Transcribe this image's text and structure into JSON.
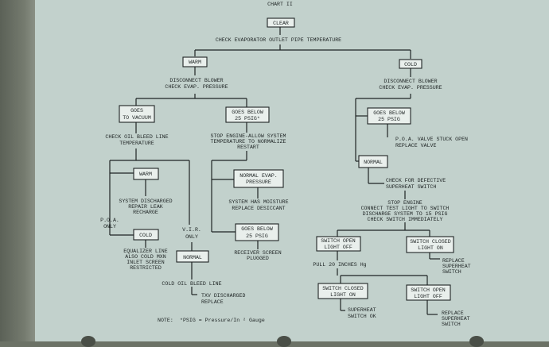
{
  "chart": {
    "label": "CHART II"
  },
  "clear": {
    "label": "CLEAR"
  },
  "check_evap": {
    "label": "CHECK EVAPORATOR OUTLET PIPE TEMPERATURE"
  },
  "warm": {
    "label": "WARM",
    "disconnect": [
      "DISCONNECT BLOWER",
      "CHECK EVAP. PRESSURE"
    ],
    "goes_vacuum": [
      "GOES",
      "TO VACUUM"
    ],
    "check_oil": [
      "CHECK OIL BLEED LINE",
      "TEMPERATURE"
    ],
    "warm2": "WARM",
    "system_discharged": [
      "SYSTEM DISCHARGED",
      "REPAIR LEAK",
      "RECHARGE"
    ],
    "poa_only": [
      "P.O.A.",
      "ONLY"
    ],
    "cold2": "COLD",
    "equalizer": [
      "EQUALIZER LINE",
      "ALSO COLD MXN",
      "INLET SCREEN",
      "RESTRICTED"
    ],
    "vir_only": [
      "V.I.R.",
      "ONLY"
    ],
    "normal": "NORMAL",
    "cold_oil": "COLD OIL BLEED LINE",
    "txv": [
      "TXV DISCHARGED",
      "REPLACE"
    ],
    "goes_below": [
      "GOES BELOW",
      "25 PSIG*"
    ],
    "stop_engine": [
      "STOP ENGINE-ALLOW SYSTEM",
      "TEMPERATURE TO NORMALIZE",
      "RESTART"
    ],
    "normal_evap": [
      "NORMAL EVAP.",
      "PRESSURE"
    ],
    "moisture": [
      "SYSTEM HAS MOISTURE",
      "REPLACE DESICCANT"
    ],
    "goes_below2": [
      "GOES BELOW",
      "25 PSIG"
    ],
    "receiver": [
      "RECEIVER SCREEN",
      "PLUGGED"
    ]
  },
  "cold": {
    "label": "COLD",
    "disconnect": [
      "DISCONNECT BLOWER",
      "CHECK EVAP. PRESSURE"
    ],
    "goes_below": [
      "GOES BELOW",
      "25 PSIG"
    ],
    "poa_valve": [
      "P.O.A. VALVE STUCK OPEN",
      "REPLACE VALVE"
    ],
    "normal": "NORMAL",
    "check_superheat": [
      "CHECK FOR DEFECTIVE",
      "SUPERHEAT SWITCH"
    ],
    "stop_engine": [
      "STOP ENGINE",
      "CONNECT TEST LIGHT TO SWITCH",
      "DISCHARGE SYSTEM TO 15 PSIG",
      "CHECK SWITCH IMMEDIATELY"
    ],
    "switch_open": [
      "SWITCH OPEN",
      "LIGHT OFF"
    ],
    "switch_closed": [
      "SWITCH CLOSED",
      "LIGHT ON"
    ],
    "replace_superheat": [
      "REPLACE",
      "SUPERHEAT",
      "SWITCH"
    ],
    "pull": "PULL 20 INCHES Hg",
    "switch_closed2": [
      "SWITCH CLOSED",
      "LIGHT ON"
    ],
    "switch_open2": [
      "SWITCH OPEN",
      "LIGHT OFF"
    ],
    "superheat_ok": [
      "SUPERHEAT",
      "SWITCH OK"
    ],
    "replace_superheat2": [
      "REPLACE",
      "SUPERHEAT",
      "SWITCH"
    ]
  },
  "note": {
    "label": "NOTE:",
    "text": "*PSIG = Pressure/In ² Gauge"
  }
}
